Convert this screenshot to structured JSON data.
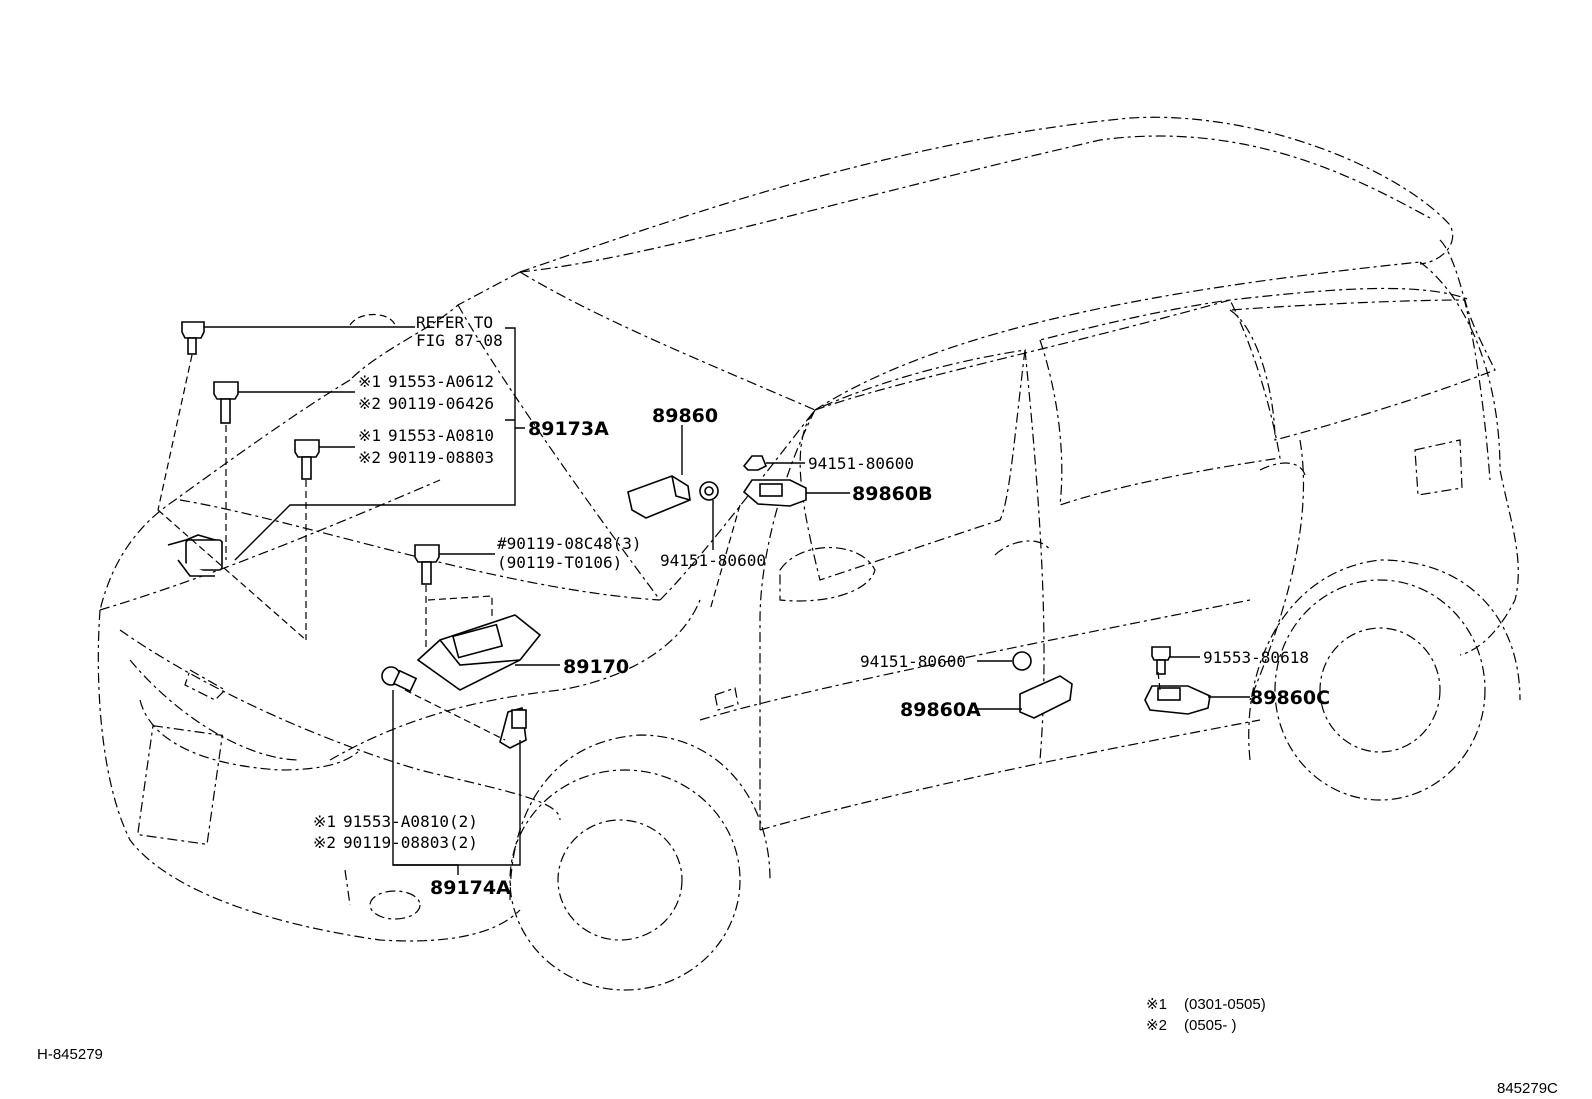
{
  "diagram": {
    "refer_line1": "REFER TO",
    "refer_line2": "FIG 87-08",
    "bolt1_opt1_mark": "※1",
    "bolt1_opt1": "91553-A0612",
    "bolt1_opt2_mark": "※2",
    "bolt1_opt2": "90119-06426",
    "bolt2_opt1_mark": "※1",
    "bolt2_opt1": "91553-A0810",
    "bolt2_opt2_mark": "※2",
    "bolt2_opt2": "90119-08803",
    "group_89173A": "89173A",
    "part_89860": "89860",
    "nut_top": "94151-80600",
    "part_89860B": "89860B",
    "bolt_ecu_1": "#90119-08C48(3)",
    "bolt_ecu_2": "(90119-T0106)",
    "nut_mid": "94151-80600",
    "part_89170": "89170",
    "nut_lower": "94151-80600",
    "part_89860A": "89860A",
    "bolt_rear": "91553-80618",
    "part_89860C": "89860C",
    "bolt3_opt1_mark": "※1",
    "bolt3_opt1": "91553-A0810(2)",
    "bolt3_opt2_mark": "※2",
    "bolt3_opt2": "90119-08803(2)",
    "group_89174A": "89174A"
  },
  "legend": {
    "row1_mark": "※1",
    "row1_text": "(0301-0505)",
    "row2_mark": "※2",
    "row2_text": "(0505-      )"
  },
  "footer": {
    "left_code": "H-845279",
    "right_code": "845279C"
  }
}
